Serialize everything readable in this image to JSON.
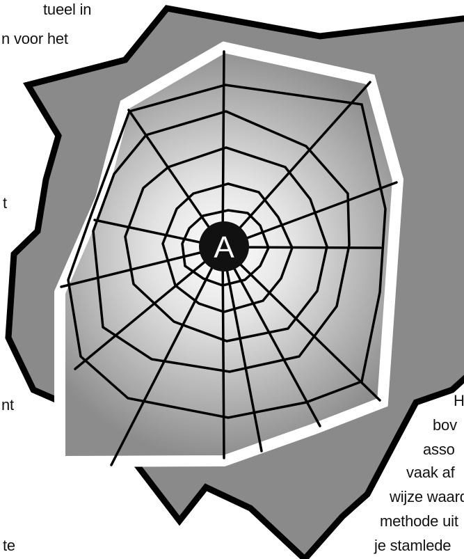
{
  "left_text": {
    "line1": "tueel in",
    "line2": "n voor het",
    "line3": "t",
    "line4": "nt",
    "line5": "te"
  },
  "right_text": {
    "line1": "H",
    "line2": "bov",
    "line3": "asso",
    "line4": "vaak af",
    "line5": "wijze waard",
    "line6": "methode uit",
    "line7": "je stamlede"
  },
  "spiderweb": {
    "center_label": "A"
  },
  "colors": {
    "outer_blob": "#8a8a8a",
    "blob_outline": "#000000",
    "frame": "#ffffff",
    "web_center": "#ffffff",
    "web_edge": "#8c8c8c",
    "hub": "#111111"
  }
}
